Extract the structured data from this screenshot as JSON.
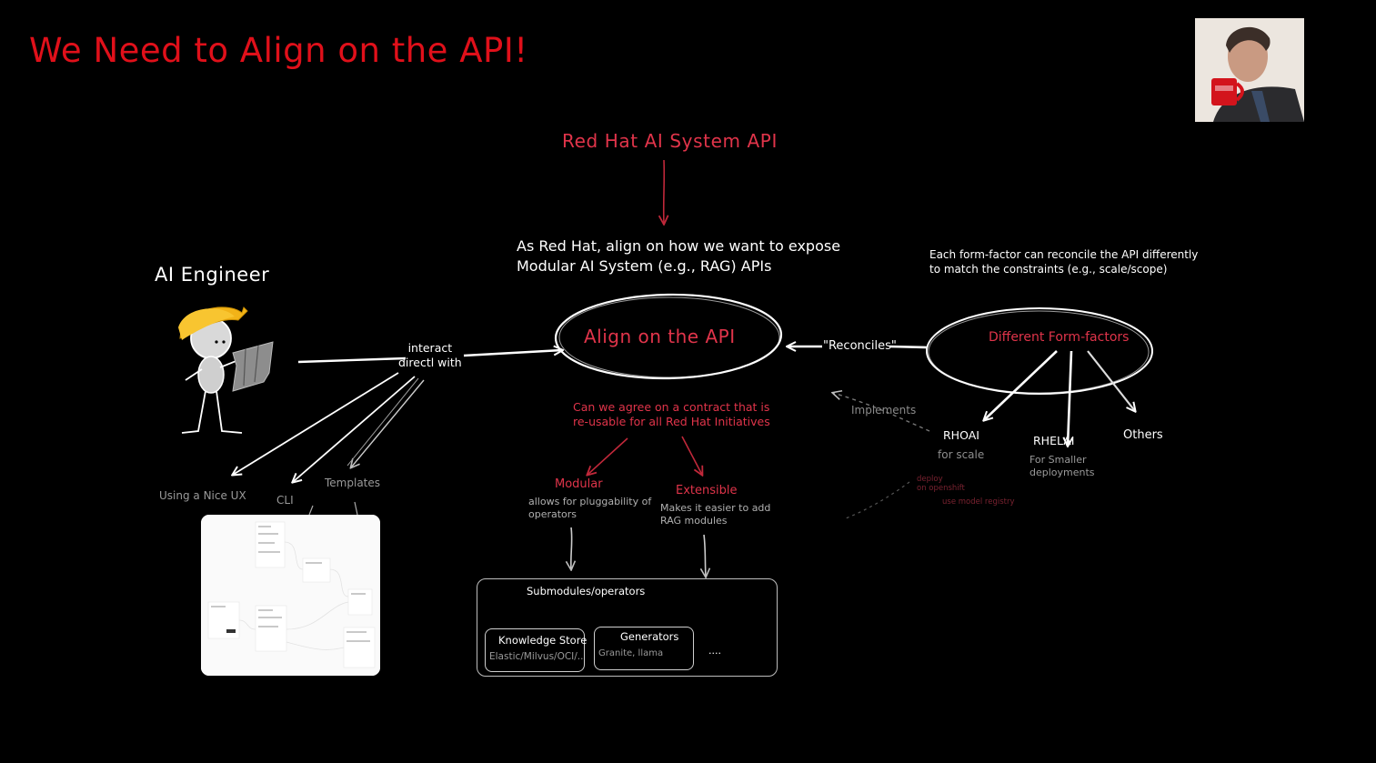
{
  "title": "We Need to Align on the API!",
  "top_api": "Red Hat AI System API",
  "expose_note": [
    "As Red Hat, align on how we want to expose",
    "Modular AI System (e.g., RAG) APIs"
  ],
  "form_factor_note": [
    "Each form-factor can reconcile the API differently",
    "to match the constraints (e.g., scale/scope)"
  ],
  "ai_engineer": "AI Engineer",
  "interact_label": [
    "interact",
    "directl with"
  ],
  "align_center": "Align on the API",
  "reconciles": "\"Reconciles\"",
  "form_factors": "Different Form-factors",
  "implements": "Implements",
  "contract_question": [
    "Can we agree on a contract that is",
    "re-usable for all Red Hat Initiatives"
  ],
  "modular": {
    "title": "Modular",
    "desc": [
      "allows for pluggability of",
      "operators"
    ]
  },
  "extensible": {
    "title": "Extensible",
    "desc": [
      "Makes it easier to add",
      "RAG modules"
    ]
  },
  "submodules": {
    "title": "Submodules/operators",
    "knowledge_store": {
      "title": "Knowledge Store",
      "desc": "Elastic/Milvus/OCI/.."
    },
    "generators": {
      "title": "Generators",
      "desc": "Granite, llama"
    },
    "more": "...."
  },
  "engineer_paths": {
    "ux": "Using a Nice UX",
    "cli": "CLI",
    "templates": "Templates"
  },
  "form_factor_items": {
    "rhoai": {
      "title": "RHOAI",
      "desc": "for scale"
    },
    "rhelai": {
      "title": "RHELAI",
      "desc": [
        "For Smaller",
        "deployments"
      ]
    },
    "others": "Others"
  },
  "deploy_notes": [
    "deploy",
    "on openshift",
    "use model registry"
  ],
  "colors": {
    "title_red": "#e0101a",
    "accent_red": "#e0344a",
    "background": "#000000"
  }
}
